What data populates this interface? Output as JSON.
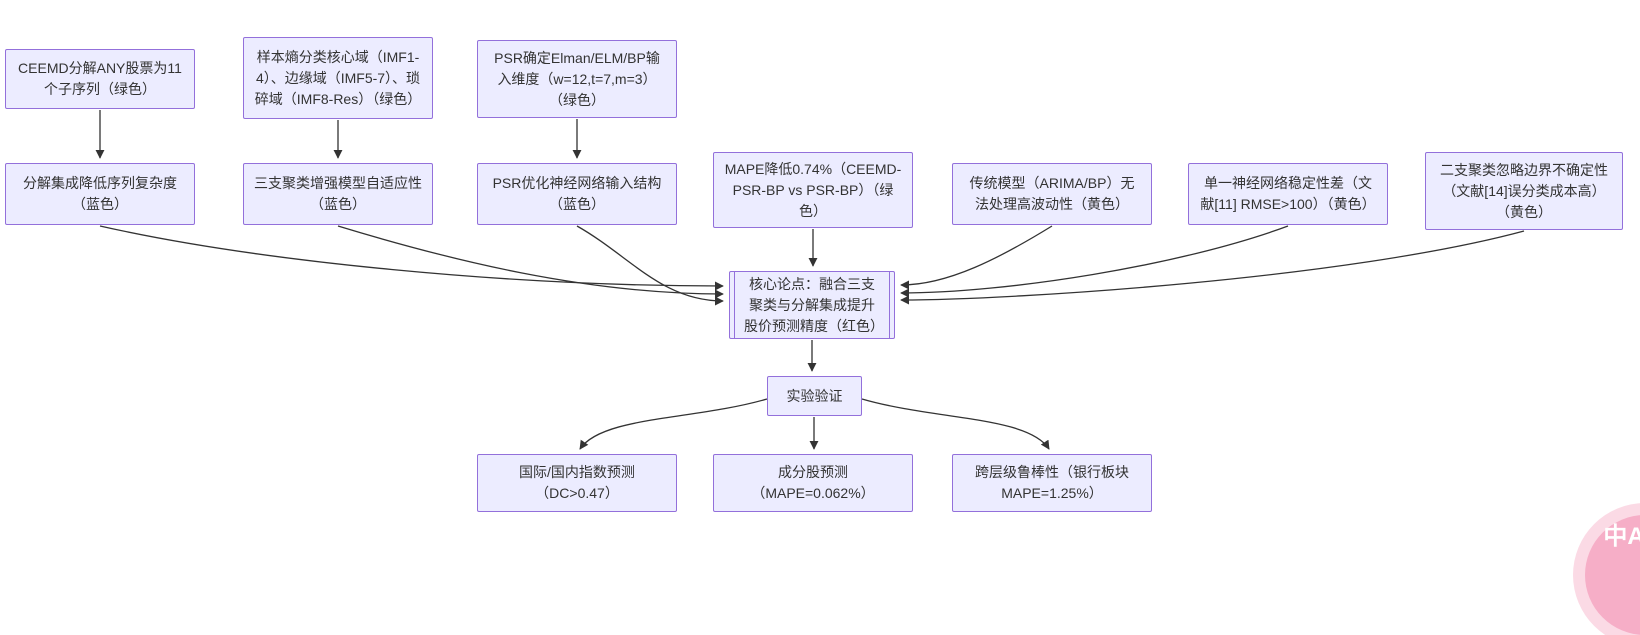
{
  "diagram": {
    "type": "flowchart",
    "background": "#ffffff",
    "node_fill": "#ECECFF",
    "node_border": "#9370DB",
    "arrow_color": "#333333",
    "nodes": {
      "t1": {
        "label": "CEEMD分解ANY股票为11个子序列（绿色）"
      },
      "t2": {
        "label": "样本熵分类核心域（IMF1-4）、边缘域（IMF5-7）、琐碎域（IMF8-Res）（绿色）"
      },
      "t3": {
        "label": "PSR确定Elman/ELM/BP输入维度（w=12,t=7,m=3）（绿色）"
      },
      "a": {
        "label": "分解集成降低序列复杂度（蓝色）"
      },
      "b": {
        "label": "三支聚类增强模型自适应性（蓝色）"
      },
      "c": {
        "label": "PSR优化神经网络输入结构（蓝色）"
      },
      "d": {
        "label": "MAPE降低0.74%（CEEMD-PSR-BP vs PSR-BP）（绿色）"
      },
      "e": {
        "label": "传统模型（ARIMA/BP）无法处理高波动性（黄色）"
      },
      "f": {
        "label": "单一神经网络稳定性差（文献[11] RMSE>100）（黄色）"
      },
      "g": {
        "label": "二支聚类忽略边界不确定性（文献[14]误分类成本高）（黄色）"
      },
      "core": {
        "label": "核心论点：融合三支聚类与分解集成提升股价预测精度（红色）"
      },
      "exp": {
        "label": "实验验证"
      },
      "r1": {
        "label": "国际/国内指数预测（DC>0.47）"
      },
      "r2": {
        "label": "成分股预测（MAPE=0.062%）"
      },
      "r3": {
        "label": "跨层级鲁棒性（银行板块 MAPE=1.25%）"
      }
    },
    "edges": [
      {
        "from": "t1",
        "to": "a"
      },
      {
        "from": "t2",
        "to": "b"
      },
      {
        "from": "t3",
        "to": "c"
      },
      {
        "from": "a",
        "to": "core"
      },
      {
        "from": "b",
        "to": "core"
      },
      {
        "from": "c",
        "to": "core"
      },
      {
        "from": "d",
        "to": "core"
      },
      {
        "from": "e",
        "to": "core"
      },
      {
        "from": "f",
        "to": "core"
      },
      {
        "from": "g",
        "to": "core"
      },
      {
        "from": "core",
        "to": "exp"
      },
      {
        "from": "exp",
        "to": "r1"
      },
      {
        "from": "exp",
        "to": "r2"
      },
      {
        "from": "exp",
        "to": "r3"
      }
    ]
  },
  "badge": {
    "label": "中A",
    "color": "#f6aec7"
  }
}
